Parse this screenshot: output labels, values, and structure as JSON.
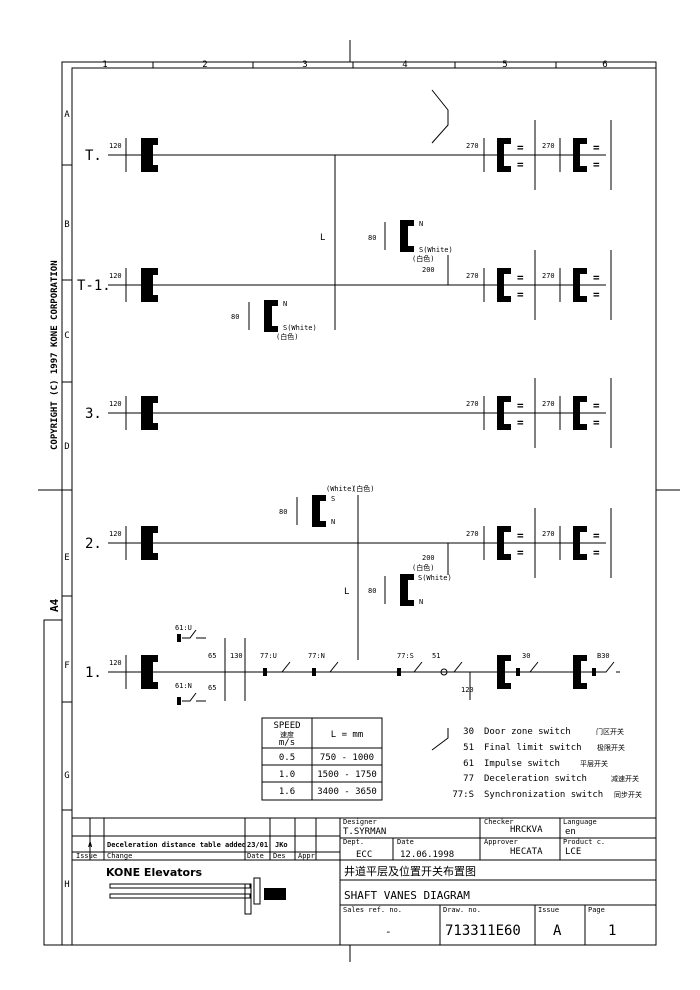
{
  "copyright": "COPYRIGHT (C) 1997 KONE CORPORATION",
  "paper_size": "A4",
  "columns": [
    "1",
    "2",
    "3",
    "4",
    "5",
    "6"
  ],
  "rows": [
    "A",
    "B",
    "C",
    "D",
    "E",
    "F",
    "G",
    "H"
  ],
  "floors": [
    "T.",
    "T-1.",
    "3.",
    "2.",
    "1."
  ],
  "dims": {
    "d120": "120",
    "d270": "270",
    "d80": "80",
    "d200": "200",
    "d65": "65",
    "d130": "130",
    "L": "L"
  },
  "vane_labels": {
    "n": "N",
    "s": "S",
    "s_white": "S(White)",
    "white_cn": "(白色)",
    "white_en": "(White)",
    "eq": "="
  },
  "switch_labels": {
    "s61u": "61:U",
    "s61n": "61:N",
    "s77u": "77:U",
    "s77n": "77:N",
    "s77s": "77:S",
    "s51": "51",
    "s30": "30",
    "sb30": "B30"
  },
  "speed_table": {
    "header_speed": "SPEED",
    "header_cn": "速度",
    "header_unit": "m/s",
    "header_l": "L = mm",
    "rows": [
      {
        "speed": "0.5",
        "l": "750 - 1000"
      },
      {
        "speed": "1.0",
        "l": "1500 - 1750"
      },
      {
        "speed": "1.6",
        "l": "3400 - 3650"
      }
    ]
  },
  "legend": [
    {
      "code": "30",
      "text": "Door zone switch",
      "cn": "门区开关"
    },
    {
      "code": "51",
      "text": "Final limit switch",
      "cn": "极限开关"
    },
    {
      "code": "61",
      "text": "Impulse switch",
      "cn": "平层开关"
    },
    {
      "code": "77",
      "text": "Deceleration switch",
      "cn": "减速开关"
    },
    {
      "code": "77:S",
      "text": "Synchronization switch",
      "cn": "同步开关"
    }
  ],
  "title_block": {
    "rev_issue": "A",
    "rev_change": "Deceleration distance table added",
    "rev_date": "23/01",
    "rev_by": "JKo",
    "hdr_issue": "Issue",
    "hdr_change": "Change",
    "hdr_date": "Date",
    "hdr_des": "Des",
    "hdr_appr": "Appr",
    "company": "KONE Elevators",
    "designer_label": "Designer",
    "designer": "T.SYRMAN",
    "checker_label": "Checker",
    "checker": "HRCKVA",
    "language_label": "Language",
    "language": "en",
    "dept_label": "Dept.",
    "dept": "ECC",
    "date_label": "Date",
    "date": "12.06.1998",
    "approver_label": "Approver",
    "approver": "HECATA",
    "product_label": "Product c.",
    "product": "LCE",
    "title_cn": "井道平层及位置开关布置图",
    "title_en": "SHAFT VANES DIAGRAM",
    "sales_ref_label": "Sales ref. no.",
    "sales_ref": "-",
    "drawing_no_label": "Draw. no.",
    "drawing_no": "713311E60",
    "issue_label": "Issue",
    "issue": "A",
    "page_label": "Page",
    "page": "1"
  }
}
